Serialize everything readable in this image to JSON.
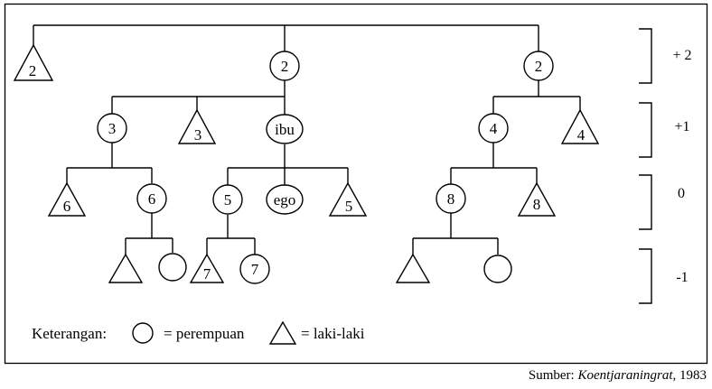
{
  "legend": {
    "prefix": "Keterangan:",
    "female": "= perempuan",
    "male": "= laki-laki"
  },
  "generations": [
    "+ 2",
    "+1",
    "0",
    "-1"
  ],
  "nodes": {
    "g2_left": "2",
    "g2_mid": "2",
    "g2_right": "2",
    "g1_a": "3",
    "g1_b": "3",
    "g1_ibu": "ibu",
    "g1_c": "4",
    "g1_d": "4",
    "g0_a": "6",
    "g0_b": "6",
    "g0_c": "5",
    "g0_ego": "ego",
    "g0_d": "5",
    "g0_e": "8",
    "g0_f": "8",
    "gm1_a": "",
    "gm1_b": "",
    "gm1_c": "7",
    "gm1_d": "7",
    "gm1_e": "",
    "gm1_f": ""
  },
  "source": {
    "prefix": "Sumber:",
    "author": "Koentjaraningrat,",
    "year": "1983"
  }
}
